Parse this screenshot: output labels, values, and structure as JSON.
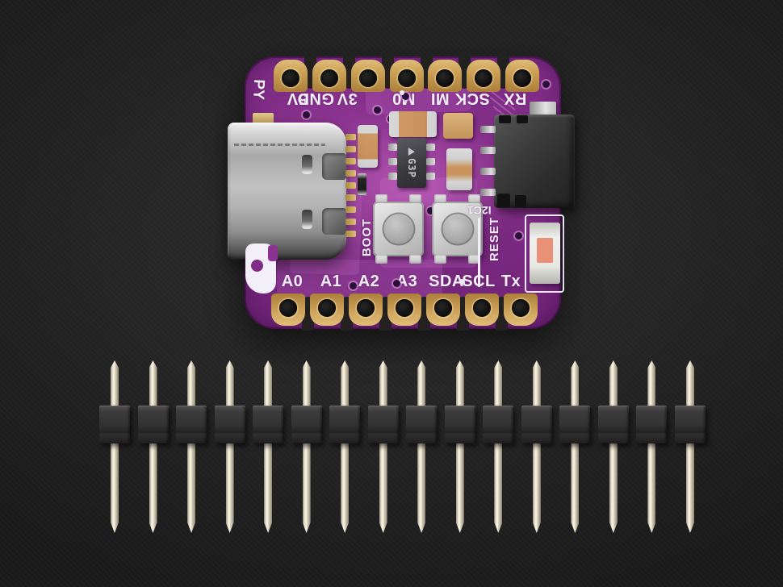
{
  "scene": {
    "description_colors": {
      "background": "#242424",
      "pcb_purple": "#8a3390",
      "pcb_bright": "#b65ab2",
      "pad_gold": "#c89d52",
      "silkscreen": "#f3eff9",
      "led_core_orange": "#e89176",
      "header_pin_silver": "#efe9d6",
      "header_plastic_black": "#2f2f2f"
    }
  },
  "board": {
    "top_pin_labels": [
      "5V",
      "GND",
      "3V",
      "M0",
      "MI",
      "SCK",
      "RX"
    ],
    "bottom_pin_labels": [
      "A0",
      "A1",
      "A2",
      "A3",
      "SDA",
      "SCL",
      "Tx"
    ],
    "boot_button_label": "BOOT",
    "reset_button_label": "RESET",
    "stemma_connector_label": "I2C1",
    "regulator_marking": "G3P",
    "logo_text": "PY"
  },
  "header_strip": {
    "pin_count": 16
  }
}
